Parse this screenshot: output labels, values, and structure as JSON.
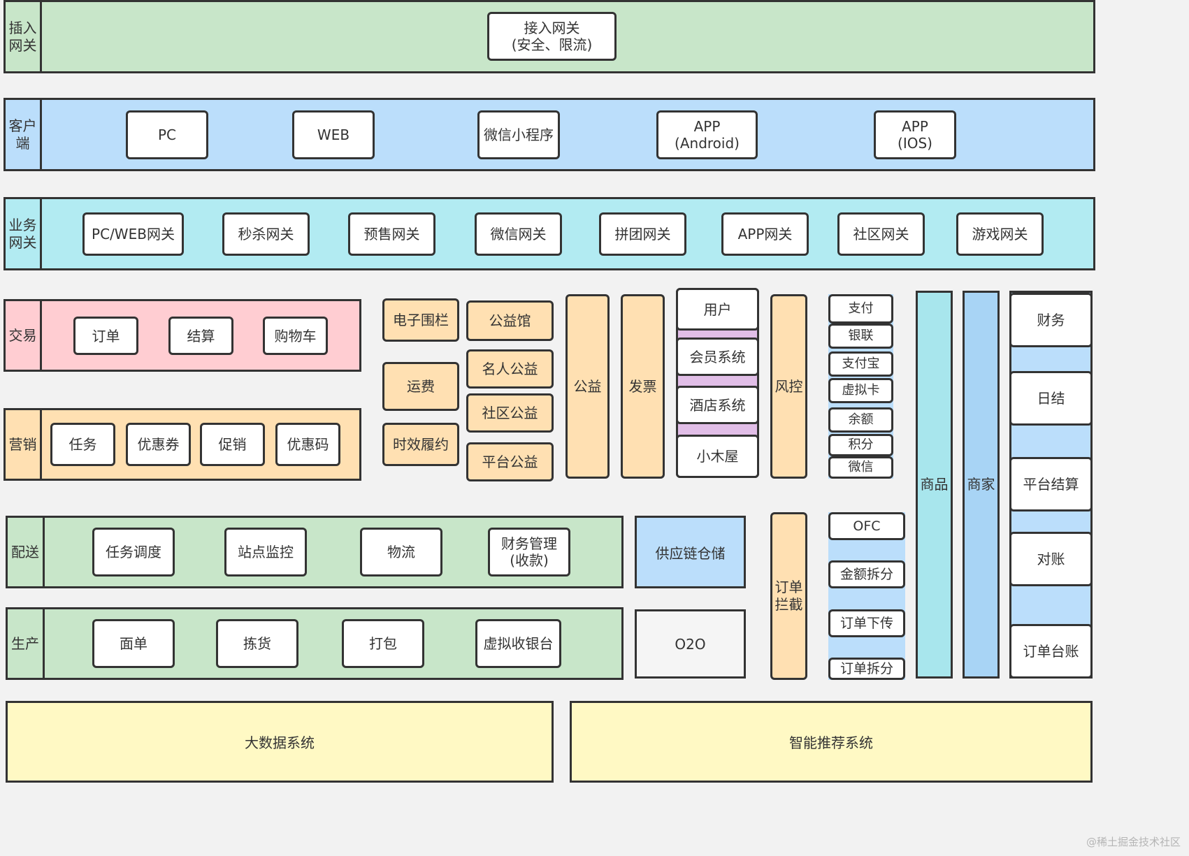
{
  "colors": {
    "green": "#c8e6c9",
    "blue": "#bbdefb",
    "cyan": "#b2ebf2",
    "pink": "#ffcdd2",
    "orange": "#ffe0b2",
    "yellow": "#fff9c4",
    "purple": "#e1bee7",
    "teal": "#a8e6ed",
    "white": "#ffffff",
    "border": "#333333"
  },
  "layers": {
    "access_gateway": {
      "label": "插入网关",
      "box": "接入网关\n(安全、限流)"
    },
    "client": {
      "label": "客户端",
      "boxes": [
        "PC",
        "WEB",
        "微信小程序",
        "APP\n(Android)",
        "APP\n(IOS)"
      ]
    },
    "biz_gateway": {
      "label": "业务网关",
      "boxes": [
        "PC/WEB网关",
        "秒杀网关",
        "预售网关",
        "微信网关",
        "拼团网关",
        "APP网关",
        "社区网关",
        "游戏网关"
      ]
    },
    "trade": {
      "label": "交易",
      "boxes": [
        "订单",
        "结算",
        "购物车"
      ]
    },
    "marketing": {
      "label": "营销",
      "boxes": [
        "任务",
        "优惠券",
        "促销",
        "优惠码"
      ]
    },
    "delivery": {
      "label": "配送",
      "boxes": [
        "任务调度",
        "站点监控",
        "物流",
        "财务管理\n(收款)"
      ]
    },
    "production": {
      "label": "生产",
      "boxes": [
        "面单",
        "拣货",
        "打包",
        "虚拟收银台"
      ]
    }
  },
  "middle": {
    "col1": [
      "电子围栏",
      "运费",
      "时效履约"
    ],
    "col2": [
      "公益馆",
      "名人公益",
      "社区公益",
      "平台公益"
    ],
    "charity": "公益",
    "invoice": "发票",
    "user_stack": [
      "用户",
      "会员系统",
      "酒店系统",
      "小木屋"
    ],
    "risk": "风控",
    "pay_stack": [
      "支付",
      "银联",
      "支付宝",
      "虚拟卡",
      "余额",
      "积分",
      "微信"
    ],
    "supply_chain": "供应链仓储",
    "o2o": "O2O",
    "order_intercept": "订单拦截",
    "order_stack": [
      "OFC",
      "金额拆分",
      "订单下传",
      "订单拆分"
    ]
  },
  "right": {
    "goods": "商品",
    "merchant": "商家",
    "finance_stack": [
      "财务",
      "日结",
      "平台结算",
      "对账",
      "订单台账"
    ]
  },
  "bottom": {
    "big_data": "大数据系统",
    "recommend": "智能推荐系统"
  },
  "watermark": "@稀土掘金技术社区"
}
